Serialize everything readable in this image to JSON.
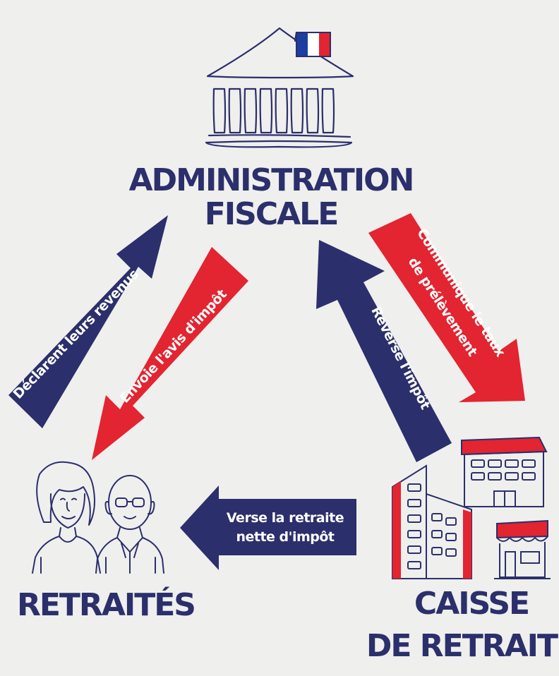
{
  "nodes": {
    "administration": {
      "line1": "ADMINISTRATION",
      "line2": "FISCALE"
    },
    "retraites": {
      "label": "RETRAITÉS"
    },
    "caisse": {
      "line1": "CAISSE",
      "line2": "DE RETRAITE"
    }
  },
  "arrows": {
    "declarent": "Déclarent leurs revenus",
    "envoie": "Envoie l'avis d'impôt",
    "communique_line1": "Communique le taux",
    "communique_line2": "de prélèvement",
    "reverse": "Reverse l'impôt",
    "verse_line1": "Verse la retraite",
    "verse_line2": "nette d'impôt"
  },
  "colors": {
    "navy": "#2b2f6b",
    "red": "#e32431",
    "flag_blue": "#1d3da0",
    "flag_white": "#ffffff",
    "flag_red": "#e32431",
    "background": "#efefed"
  },
  "icons": {
    "government": "government-building-icon",
    "flag": "french-flag-icon",
    "retirees": "retirees-couple-icon",
    "buildings": "pension-fund-buildings-icon"
  }
}
